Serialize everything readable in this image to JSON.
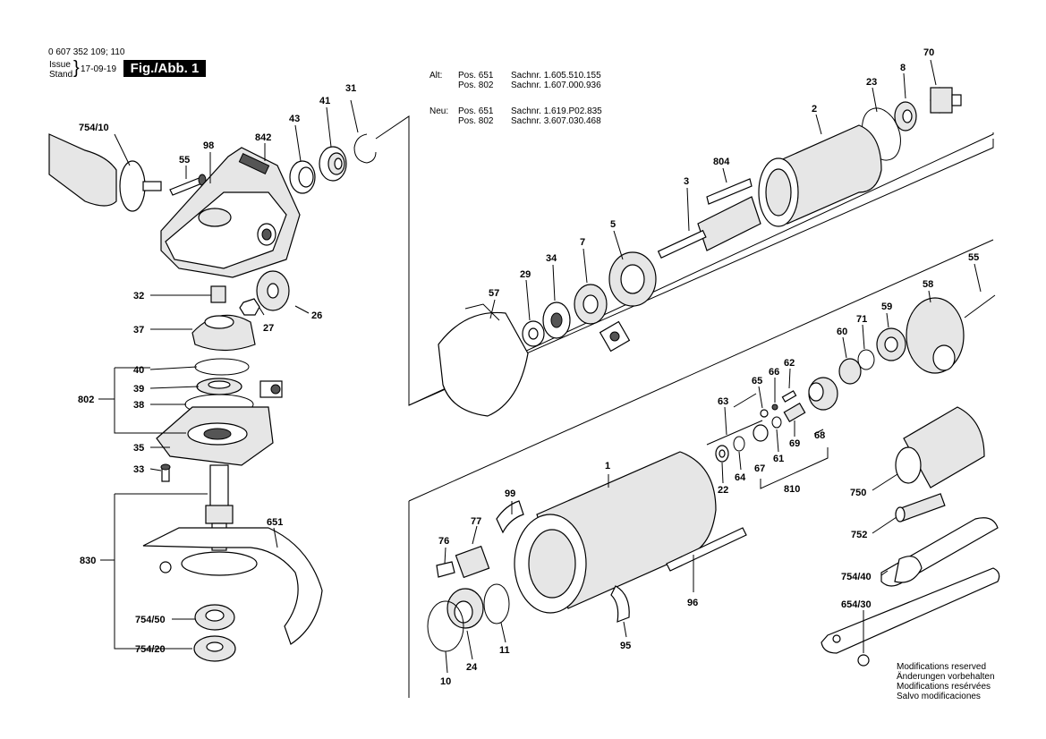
{
  "header": {
    "doc_number": "0 607 352 109; 110",
    "issue_label": "Issue",
    "stand_label": "Stand",
    "date": "17-09-19",
    "fig_label": "Fig./Abb. 1"
  },
  "notes": {
    "alt_label": "Alt:",
    "neu_label": "Neu:",
    "alt_rows": [
      {
        "pos": "Pos. 651",
        "sachnr": "Sachnr. 1.605.510.155"
      },
      {
        "pos": "Pos. 802",
        "sachnr": "Sachnr. 1.607.000.936"
      }
    ],
    "neu_rows": [
      {
        "pos": "Pos. 651",
        "sachnr": "Sachnr. 1.619.P02.835"
      },
      {
        "pos": "Pos. 802",
        "sachnr": "Sachnr. 3.607.030.468"
      }
    ]
  },
  "modifications": [
    "Modifications reserved",
    "Änderungen vorbehalten",
    "Modifications resérvées",
    "Salvo modificaciones"
  ],
  "parts": {
    "p754_10": "754/10",
    "p55a": "55",
    "p98": "98",
    "p842": "842",
    "p43": "43",
    "p41": "41",
    "p31": "31",
    "p32": "32",
    "p26": "26",
    "p27": "27",
    "p37": "37",
    "p40": "40",
    "p39": "39",
    "p38": "38",
    "p802": "802",
    "p35": "35",
    "p33": "33",
    "p651": "651",
    "p830": "830",
    "p754_50": "754/50",
    "p754_20": "754/20",
    "p70": "70",
    "p8": "8",
    "p23": "23",
    "p2": "2",
    "p804": "804",
    "p3": "3",
    "p5": "5",
    "p7": "7",
    "p34": "34",
    "p29": "29",
    "p57": "57",
    "p58": "58",
    "p55b": "55",
    "p59": "59",
    "p71": "71",
    "p60": "60",
    "p62": "62",
    "p66": "66",
    "p65": "65",
    "p63": "63",
    "p69": "69",
    "p68": "68",
    "p61": "61",
    "p67": "67",
    "p64": "64",
    "p22": "22",
    "p810": "810",
    "p1": "1",
    "p99": "99",
    "p77": "77",
    "p76": "76",
    "p96": "96",
    "p95": "95",
    "p24": "24",
    "p11": "11",
    "p10": "10",
    "p750": "750",
    "p752": "752",
    "p754_40": "754/40",
    "p654_30": "654/30"
  }
}
